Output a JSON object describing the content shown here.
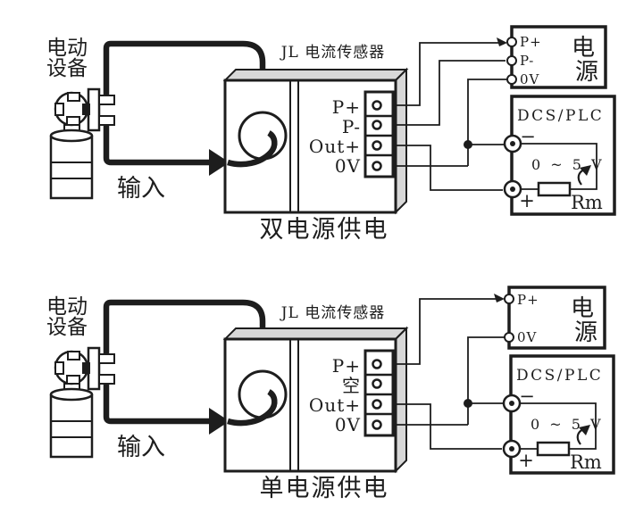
{
  "colors": {
    "line": "#1d1d1d",
    "panel_gray": "#d8d8d8",
    "background": "#ffffff"
  },
  "diagrams": [
    {
      "device_label": {
        "line1": "电动",
        "line2": "设备"
      },
      "input_label": "输入",
      "sensor_title": "JL 电流传感器",
      "sensor_terminals": [
        "P+",
        "P-",
        "Out+",
        "0V"
      ],
      "power_box": {
        "name_line1": "电",
        "name_line2": "源",
        "terminals": [
          "P+",
          "P-",
          "0V"
        ]
      },
      "dcs_box": {
        "title": "DCS/PLC",
        "neg_label": "−",
        "pos_label": "+",
        "voltage_range": "0 ~ 5 V",
        "resistor_label": "Rm"
      },
      "caption": "双电源供电"
    },
    {
      "device_label": {
        "line1": "电动",
        "line2": "设备"
      },
      "input_label": "输入",
      "sensor_title": "JL 电流传感器",
      "sensor_terminals": [
        "P+",
        "空",
        "Out+",
        "0V"
      ],
      "power_box": {
        "name_line1": "电",
        "name_line2": "源",
        "terminals": [
          "P+",
          "0V"
        ]
      },
      "dcs_box": {
        "title": "DCS/PLC",
        "neg_label": "−",
        "pos_label": "+",
        "voltage_range": "0 ~ 5 V",
        "resistor_label": "Rm"
      },
      "caption": "单电源供电"
    }
  ]
}
